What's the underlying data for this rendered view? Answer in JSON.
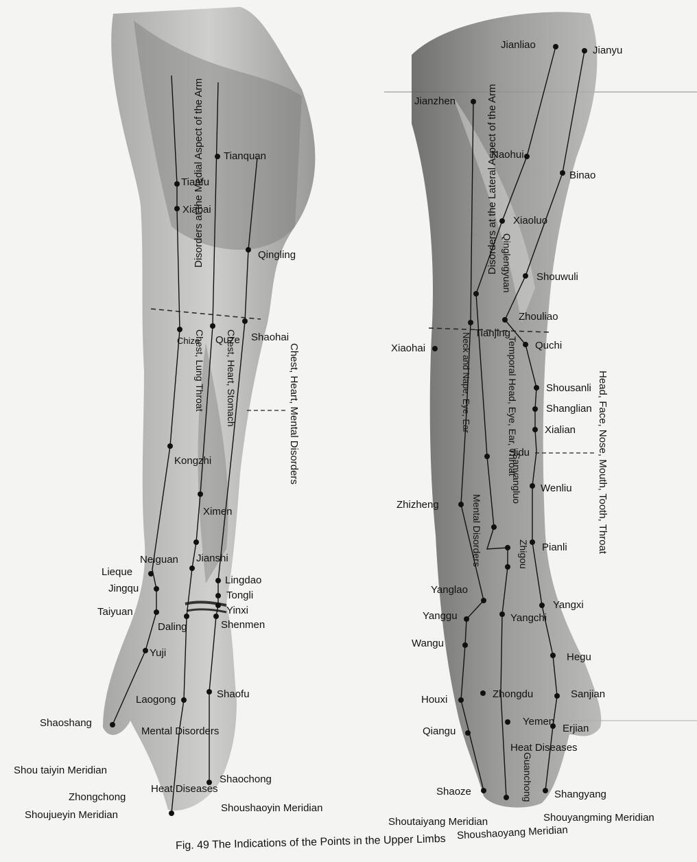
{
  "caption": "Fig. 49  The Indications of the Points in the Upper Limbs",
  "left_arm": {
    "points": {
      "tianfu": "Tianfu",
      "xiabai": "Xiabai",
      "tianquan": "Tianquan",
      "qingling": "Qingling",
      "chize": "Chize",
      "quze": "Quze",
      "shaohai": "Shaohai",
      "kongzhi": "Kongzhi",
      "ximen": "Ximen",
      "jianshi": "Jianshi",
      "neiguan": "Neiguan",
      "lieque": "Lieque",
      "jingqu": "Jingqu",
      "taiyuan": "Taiyuan",
      "daling": "Daling",
      "lingdao": "Lingdao",
      "tongli": "Tongli",
      "yinxi": "Yinxi",
      "shenmen": "Shenmen",
      "yuji": "Yuji",
      "laogong": "Laogong",
      "shaofu": "Shaofu",
      "shaoshang": "Shaoshang",
      "shaochong": "Shaochong",
      "zhongchong": "Zhongchong"
    },
    "indications": {
      "medial_arm": "Disorders at the Medial Aspect of the Arm",
      "chest_lung_throat": "Chest, Lung Throat",
      "chest_heart_stomach": "Chest, Heart, Stomach",
      "chest_heart_mental": "Chest, Heart, Mental Disorders",
      "mental_disorders": "Mental Disorders",
      "heat_diseases": "Heat Diseases"
    },
    "meridians": {
      "shoutaiyin": "Shou taiyin   Meridian",
      "shoujueyin": "Shoujueyin Meridian",
      "shoushaoyin": "Shoushaoyin Meridian"
    }
  },
  "right_arm": {
    "points": {
      "jianliao": "Jianliao",
      "jianyu": "Jianyu",
      "jianzhen": "Jianzhen",
      "naohui": "Naohui",
      "binao": "Binao",
      "xiaoluo": "Xiaoluo",
      "shouwuli": "Shouwuli",
      "zhouliao": "Zhouliao",
      "tianjing": "Tianjing",
      "quchi": "Quchi",
      "xiaohai": "Xiaohai",
      "shousanli": "Shousanli",
      "shanglian": "Shanglian",
      "xialian": "Xialian",
      "sidu": "Sidu",
      "wenliu": "Wenliu",
      "zhizheng": "Zhizheng",
      "sanyangluo": "Sanyangluo",
      "zhigou": "Zhigou",
      "pianli": "Pianli",
      "yanglao": "Yanglao",
      "yangxi": "Yangxi",
      "yanggu": "Yanggu",
      "yangchi": "Yangchi",
      "wangu": "Wangu",
      "hegu": "Hegu",
      "houxi": "Houxi",
      "zhongdu": "Zhongdu",
      "sanjian": "Sanjian",
      "qiangu": "Qiangu",
      "yemen": "Yemen",
      "erjian": "Erjian",
      "shaoze": "Shaoze",
      "guanchong": "Guanchong",
      "shangyang": "Shangyang"
    },
    "indications": {
      "lateral_arm": "Disorders at the Lateral Aspect of the Arm",
      "qinglengyuan": "Qinglengyuan",
      "neck_nape_eye": "Neck and Nape, Eye, Ear",
      "temporal_head": "Temporal Head, Eye, Ear, Throat",
      "head_face": "Head, Face, Nose, Mouth, Tooth, Throat",
      "mental_disorders": "Mental Disorders",
      "heat_diseases": "Heat Diseases"
    },
    "meridians": {
      "shoutaiyang": "Shoutaiyang Meridian",
      "shouyangming": "Shouyangming Meridian",
      "shoushaoyang": "Shoushaoyang Meridian"
    }
  }
}
